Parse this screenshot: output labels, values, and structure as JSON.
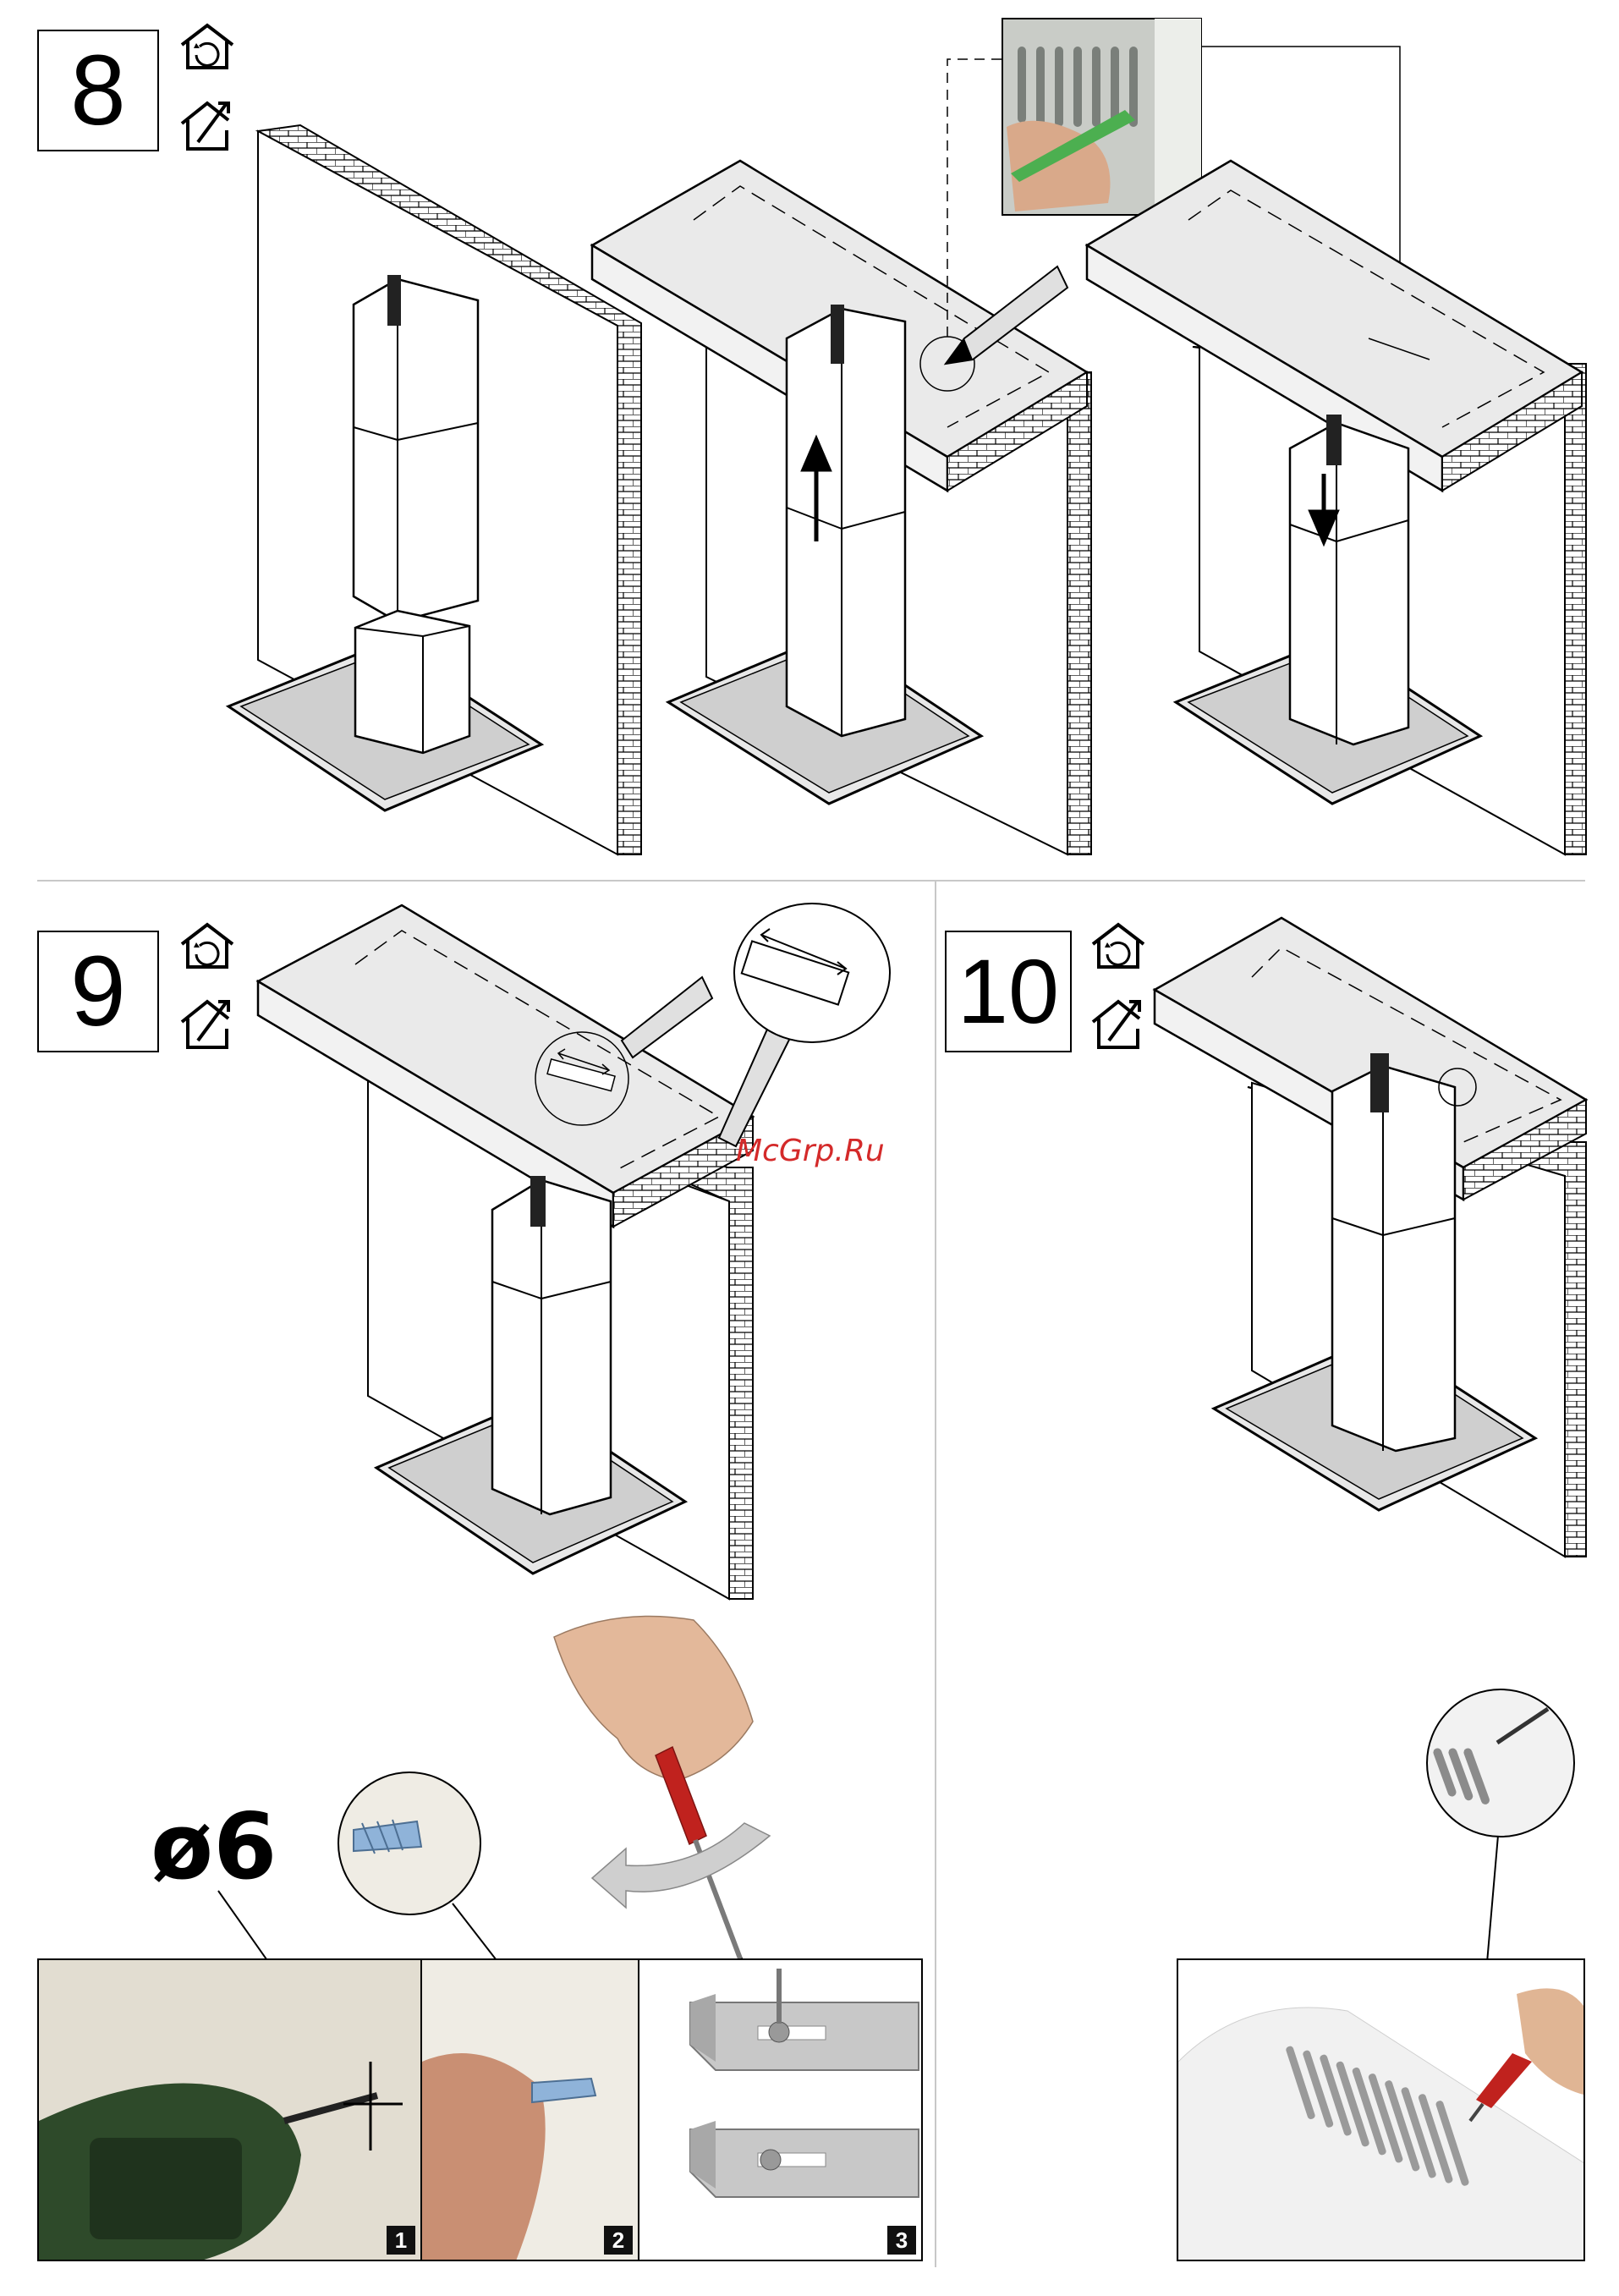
{
  "steps": [
    {
      "number": "8",
      "icons": [
        "rotate-house-icon",
        "install-house-icon"
      ]
    },
    {
      "number": "9",
      "icons": [
        "rotate-house-icon",
        "install-house-icon"
      ]
    },
    {
      "number": "10",
      "icons": [
        "rotate-house-icon",
        "install-house-icon"
      ]
    }
  ],
  "watermark": "McGrp.Ru",
  "drill_diameter": "ø6",
  "photo_numbers": [
    "1",
    "2",
    "3"
  ],
  "colors": {
    "outline": "#000000",
    "panel_gray": "#e6e6e6",
    "photo_bg": "#d9d4c6",
    "drill_green": "#2e4a2a",
    "screwdriver_red": "#c0221e",
    "watermark": "#d42a2a"
  }
}
